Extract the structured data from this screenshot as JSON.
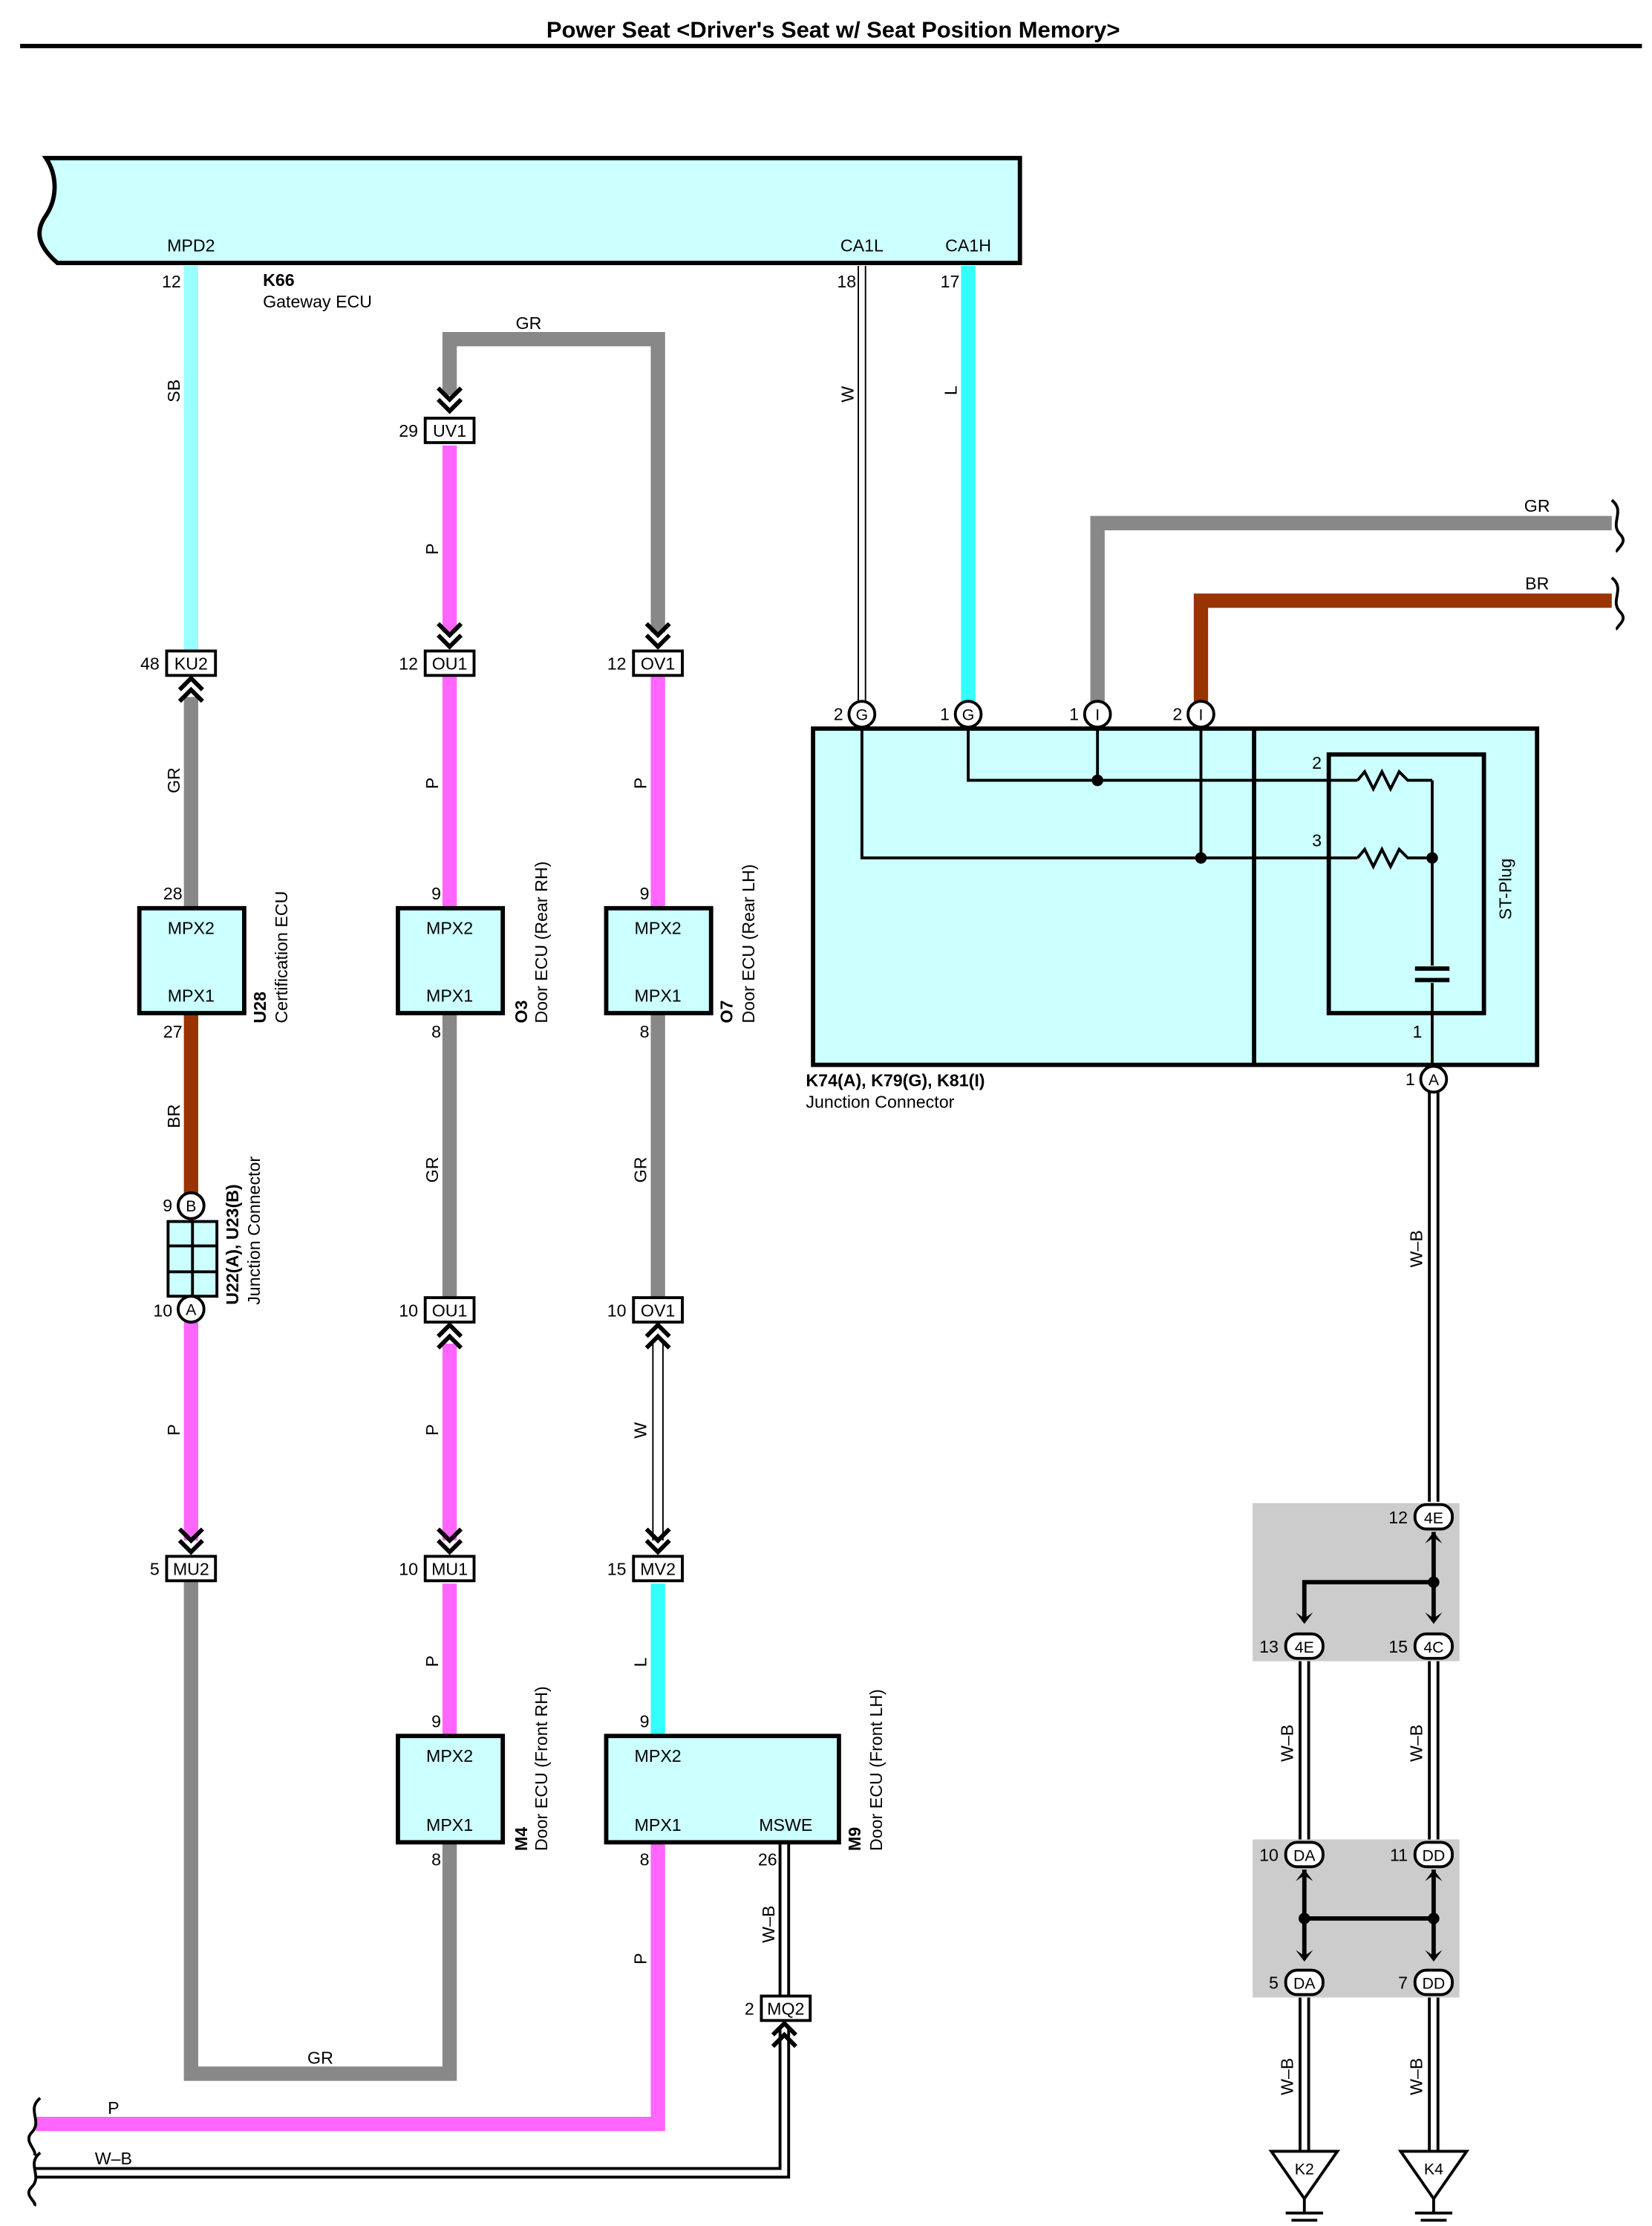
{
  "title": "Power Seat <Driver's Seat w/ Seat Position Memory>",
  "colors": {
    "box": "#ccffff",
    "shaded": "#cccccc",
    "GR": "#888888",
    "P": "#ff66ff",
    "SB": "#99ffff",
    "L": "#33ffff",
    "BR": "#993300",
    "W": "#ffffff",
    "WB": "#000000"
  },
  "gateway": {
    "code": "K66",
    "name": "Gateway ECU",
    "pin_mpd2": "MPD2",
    "pin_ca1l": "CA1L",
    "pin_ca1h": "CA1H",
    "num_mpd2": "12",
    "num_ca1l": "18",
    "num_ca1h": "17"
  },
  "wire_labels": {
    "sb": "SB",
    "gr_top": "GR",
    "w_ca1l": "W",
    "l_ca1h": "L",
    "p_uv1": "P",
    "gr_ku2": "GR",
    "p_ou1": "P",
    "p_ov1": "P",
    "br_u28": "BR",
    "gr_o3": "GR",
    "gr_o7": "GR",
    "p_u22": "P",
    "p_ou1b": "P",
    "w_ov1b": "W",
    "p_mu1": "P",
    "l_mv2": "L",
    "p_m9": "P",
    "wb_m9": "W–B",
    "gr_bottom": "GR",
    "p_bottom": "P",
    "wb_bottom": "W–B",
    "gr_right": "GR",
    "br_right": "BR",
    "wb_k74": "W–B",
    "wb_4e": "W–B",
    "wb_4c": "W–B",
    "wb_da": "W–B",
    "wb_dd": "W–B"
  },
  "connectors": {
    "uv1": {
      "code": "UV1",
      "pin": "29"
    },
    "ku2": {
      "code": "KU2",
      "pin": "48"
    },
    "ou1_top": {
      "code": "OU1",
      "pin": "12"
    },
    "ov1_top": {
      "code": "OV1",
      "pin": "12"
    },
    "ou1_bot": {
      "code": "OU1",
      "pin": "10"
    },
    "ov1_bot": {
      "code": "OV1",
      "pin": "10"
    },
    "mu2": {
      "code": "MU2",
      "pin": "5"
    },
    "mu1": {
      "code": "MU1",
      "pin": "10"
    },
    "mv2": {
      "code": "MV2",
      "pin": "15"
    },
    "mq2": {
      "code": "MQ2",
      "pin": "2"
    }
  },
  "u28": {
    "code": "U28",
    "name": "Certification ECU",
    "top": "MPX2",
    "bottom": "MPX1",
    "pin_top": "28",
    "pin_bottom": "27"
  },
  "o3": {
    "code": "O3",
    "name": "Door ECU (Rear RH)",
    "top": "MPX2",
    "bottom": "MPX1",
    "pin_top": "9",
    "pin_bottom": "8"
  },
  "o7": {
    "code": "O7",
    "name": "Door ECU (Rear LH)",
    "top": "MPX2",
    "bottom": "MPX1",
    "pin_top": "9",
    "pin_bottom": "8"
  },
  "m4": {
    "code": "M4",
    "name": "Door ECU (Front RH)",
    "top": "MPX2",
    "bottom": "MPX1",
    "pin_top": "9",
    "pin_bottom": "8"
  },
  "m9": {
    "code": "M9",
    "name": "Door ECU (Front LH)",
    "top": "MPX2",
    "bottom": "MPX1",
    "mswe": "MSWE",
    "pin_top": "9",
    "pin_bottom": "8",
    "pin_mswe": "26"
  },
  "u22": {
    "code": "U22(A), U23(B)",
    "name": "Junction Connector",
    "pin_b": "9",
    "letter_b": "B",
    "pin_a": "10",
    "letter_a": "A"
  },
  "k74": {
    "code": "K74(A), K79(G), K81(I)",
    "name": "Junction Connector",
    "stplug": "ST-Plug",
    "t1_pin": "2",
    "t1_letter": "G",
    "t2_pin": "1",
    "t2_letter": "G",
    "t3_pin": "1",
    "t3_letter": "I",
    "t4_pin": "2",
    "t4_letter": "I",
    "r1_pin": "2",
    "r2_pin": "3",
    "cap_pin": "1",
    "out_pin": "1",
    "out_letter": "A"
  },
  "junction_blocks": {
    "top_in": {
      "pin": "12",
      "code": "4E"
    },
    "top_l": {
      "pin": "13",
      "code": "4E"
    },
    "top_r": {
      "pin": "15",
      "code": "4C"
    },
    "bot_l_in": {
      "pin": "10",
      "code": "DA"
    },
    "bot_r_in": {
      "pin": "11",
      "code": "DD"
    },
    "bot_l_out": {
      "pin": "5",
      "code": "DA"
    },
    "bot_r_out": {
      "pin": "7",
      "code": "DD"
    }
  },
  "grounds": {
    "k2": "K2",
    "k4": "K4"
  }
}
